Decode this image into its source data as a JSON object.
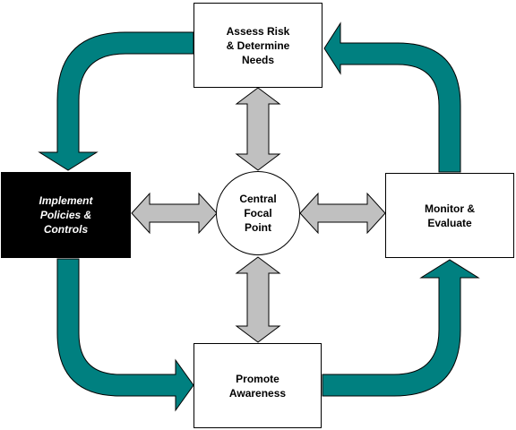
{
  "diagram": {
    "nodes": {
      "assess": "Assess Risk\n& Determine\nNeeds",
      "implement": "Implement\nPolicies &\nControls",
      "monitor": "Monitor &\nEvaluate",
      "promote": "Promote\nAwareness",
      "central": "Central\nFocal\nPoint"
    },
    "colors": {
      "cycle_arrow": "#008080",
      "link_arrow": "#c0c0c0",
      "outline": "#000000",
      "highlight_box": "#000000"
    }
  }
}
